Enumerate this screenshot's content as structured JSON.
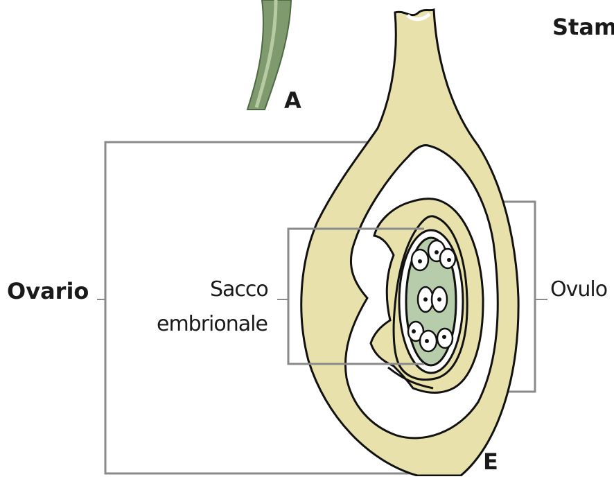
{
  "labels": {
    "stamen": "Stam",
    "letter_a": "A",
    "letter_e": "E",
    "ovary": "Ovario",
    "embryo_sac_line1": "Sacco",
    "embryo_sac_line2": "embrionale",
    "ovule": "Ovulo"
  },
  "colors": {
    "tissue": "#e8e1ab",
    "outline": "#111111",
    "callout": "#8a8a8a",
    "stem": "#7f9a6c",
    "embryo_sac_fill": "#b7ccaa"
  }
}
